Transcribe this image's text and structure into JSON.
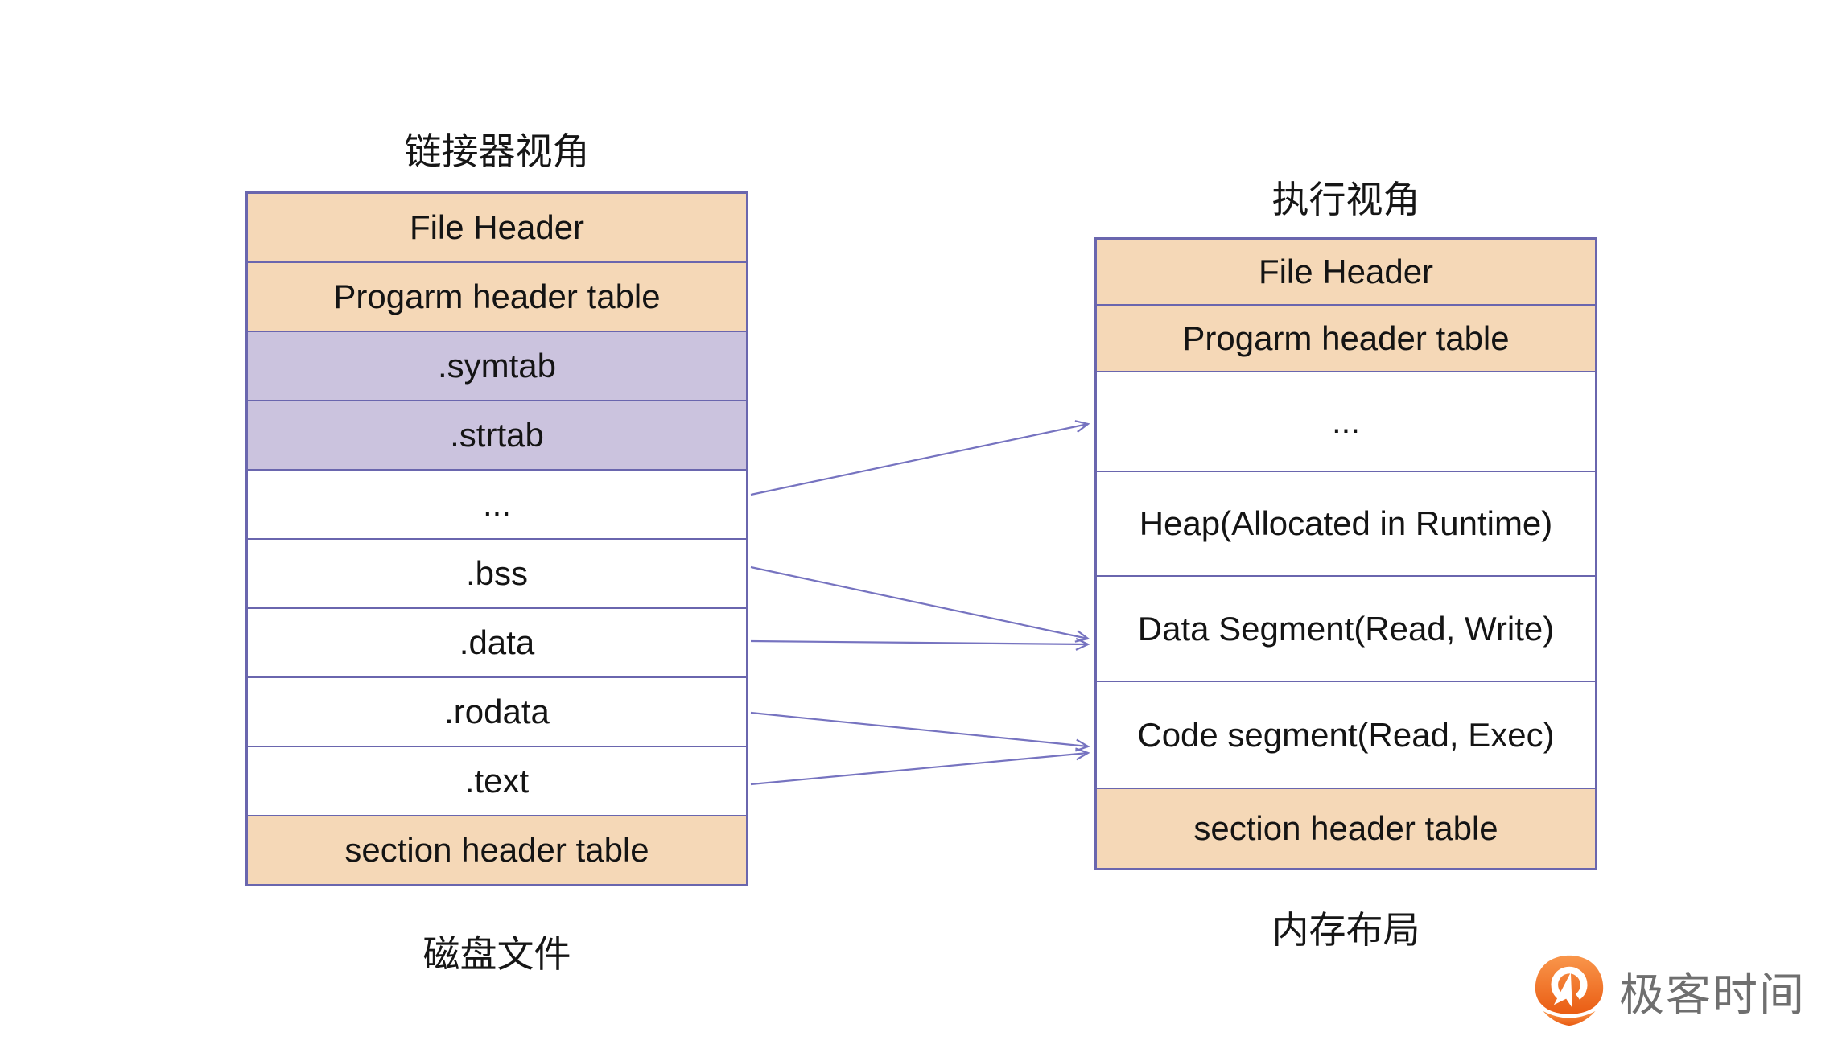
{
  "diagram": {
    "left_panel": {
      "title": "链接器视角",
      "caption": "磁盘文件",
      "rows": [
        {
          "label": "File Header",
          "fill": "#F5D8B7"
        },
        {
          "label": "Progarm header table",
          "fill": "#F5D8B7"
        },
        {
          "label": ".symtab",
          "fill": "#CBC3DE"
        },
        {
          "label": ".strtab",
          "fill": "#CBC3DE"
        },
        {
          "label": "...",
          "fill": "#FFFFFF"
        },
        {
          "label": ".bss",
          "fill": "#FFFFFF"
        },
        {
          "label": ".data",
          "fill": "#FFFFFF"
        },
        {
          "label": ".rodata",
          "fill": "#FFFFFF"
        },
        {
          "label": ".text",
          "fill": "#FFFFFF"
        },
        {
          "label": "section header table",
          "fill": "#F5D8B7"
        }
      ]
    },
    "right_panel": {
      "title": "执行视角",
      "caption": "内存布局",
      "rows": [
        {
          "label": "File Header",
          "fill": "#F5D8B7"
        },
        {
          "label": "Progarm header table",
          "fill": "#F5D8B7"
        },
        {
          "label": "...",
          "fill": "#FFFFFF"
        },
        {
          "label": "Heap(Allocated in Runtime)",
          "fill": "#FFFFFF"
        },
        {
          "label": "Data Segment(Read, Write)",
          "fill": "#FFFFFF"
        },
        {
          "label": "Code segment(Read, Exec)",
          "fill": "#FFFFFF"
        },
        {
          "label": "section header table",
          "fill": "#F5D8B7"
        }
      ]
    },
    "mappings": [
      {
        "from": "...",
        "to": "..."
      },
      {
        "from": ".bss",
        "to": "Data Segment(Read, Write)"
      },
      {
        "from": ".data",
        "to": "Data Segment(Read, Write)"
      },
      {
        "from": ".rodata",
        "to": "Code segment(Read, Exec)"
      },
      {
        "from": ".text",
        "to": "Code segment(Read, Exec)"
      }
    ],
    "colors": {
      "box_fill_orange": "#F5D8B7",
      "box_fill_purple": "#CBC3DE",
      "box_border": "#6A66AE",
      "arrow": "#7673C0"
    }
  },
  "branding": {
    "logo_text": "极客时间",
    "logo_orange": "#EE6F1E",
    "logo_text_color": "#6F6F6F"
  }
}
